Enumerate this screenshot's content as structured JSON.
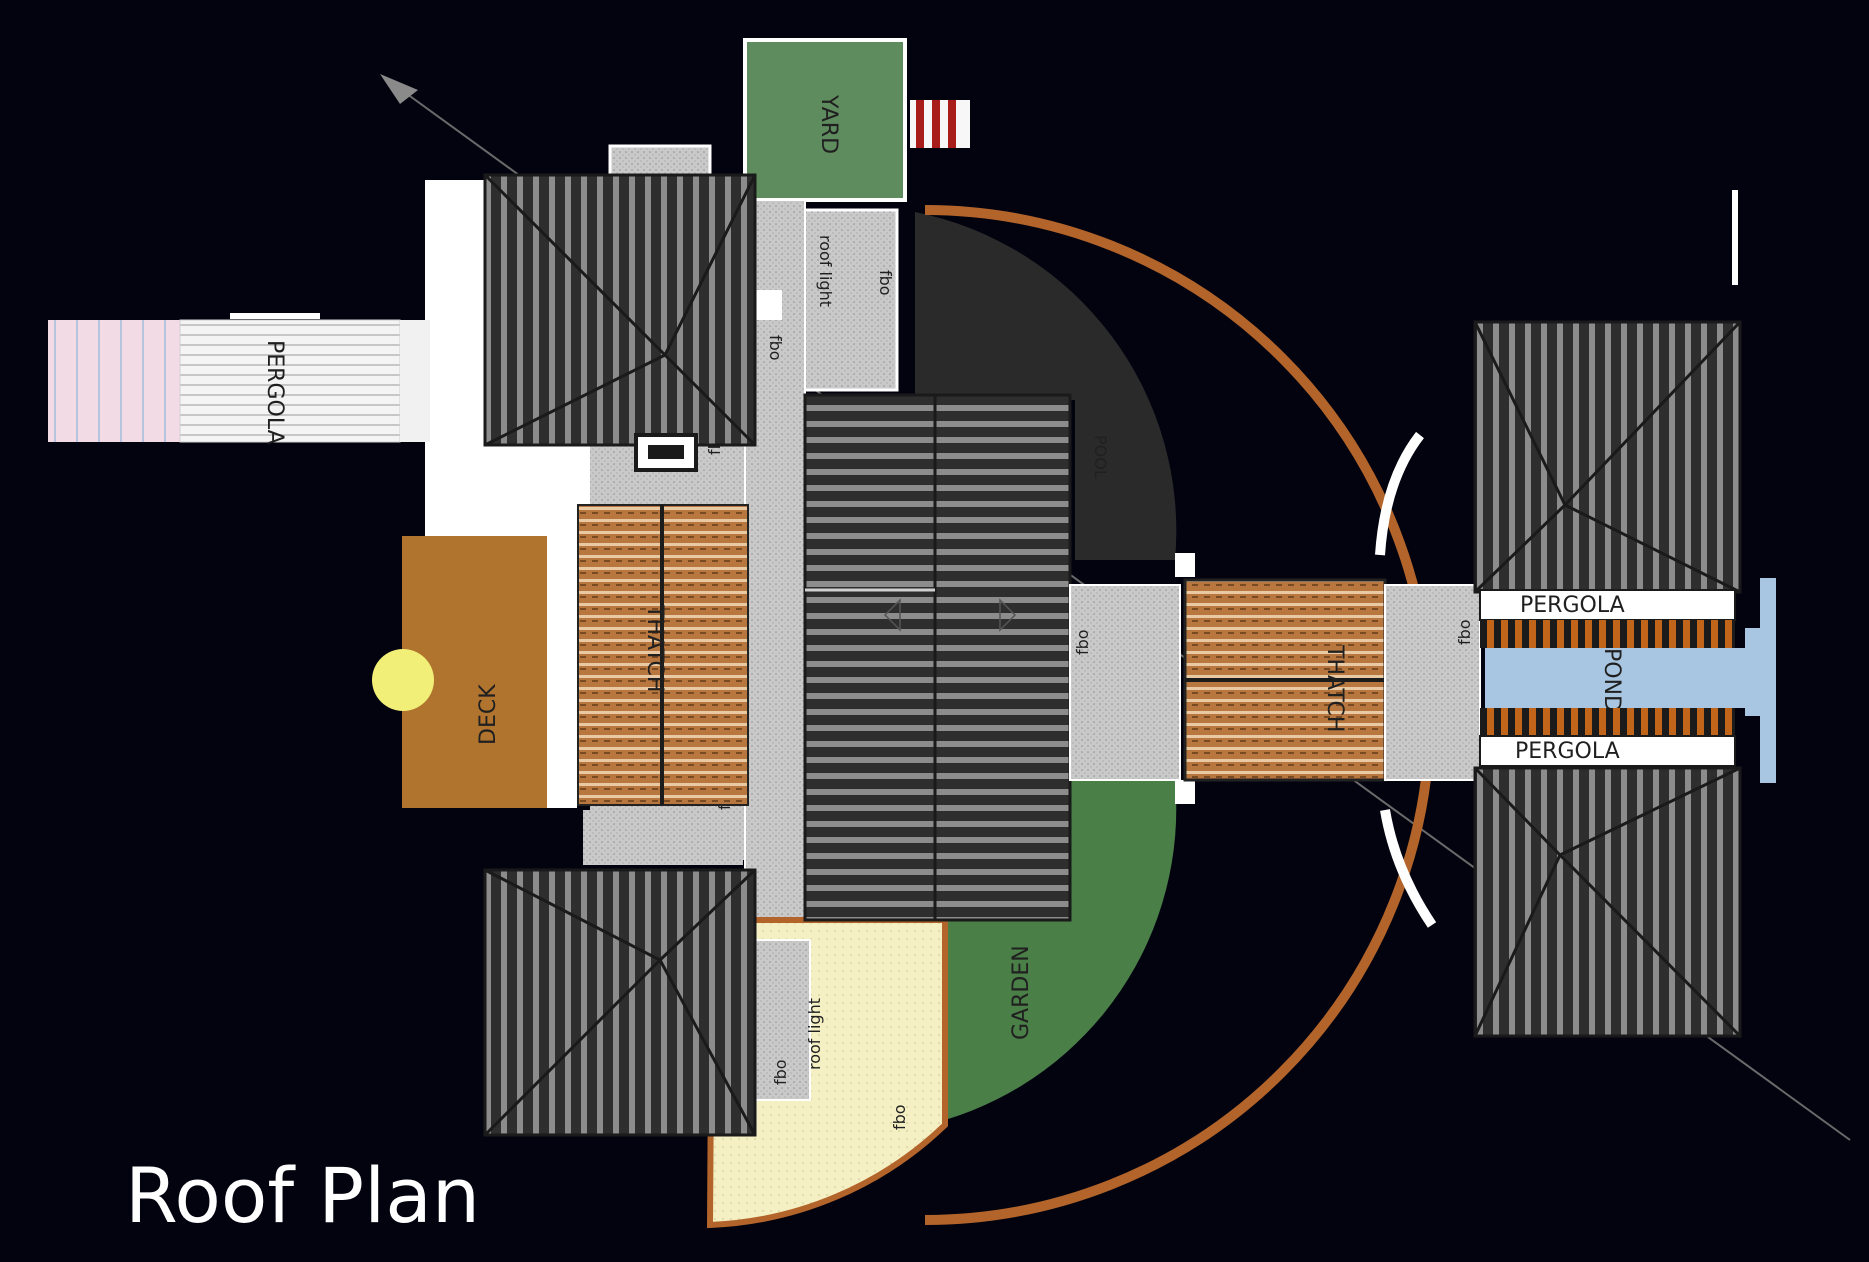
{
  "title": "Roof Plan",
  "labels": {
    "yard": "YARD",
    "pergola_left": "PERGOLA",
    "pergola_top": "PERGOLA",
    "pergola_bottom": "PERGOLA",
    "deck": "DECK",
    "thatch_left": "THATCH",
    "thatch_right": "THATCH",
    "pond": "POND",
    "garden": "GARDEN",
    "pool": "POOL",
    "roof_light_top": "roof light",
    "roof_light_bottom": "roof light",
    "fbo": "fbo"
  },
  "colors": {
    "background": "#02030f",
    "roof_dark": "#333333",
    "roof_stripe": "#8a8a8a",
    "yard": "#5f8c5f",
    "garden": "#4a7f48",
    "deck": "#b0742e",
    "thatch": "#c08552",
    "pond": "#a8c6e2",
    "lawn_light": "#f3f0c2",
    "brown_arc": "#b3642a",
    "sun": "#f2ef78"
  }
}
